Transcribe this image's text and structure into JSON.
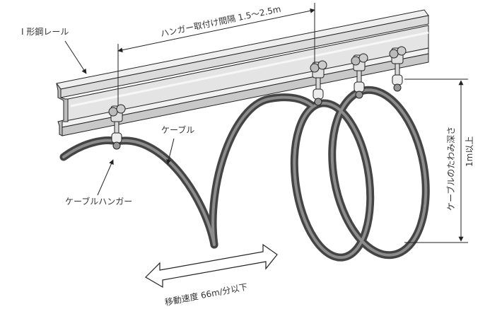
{
  "labels": {
    "rail": "I 形鋼レール",
    "spacing": "ハンガー取付け間隔 1.5～2.5m",
    "cable": "ケーブル",
    "hanger": "ケーブルハンガー",
    "sag": "ケーブルのたわみ深さ",
    "sag_value": "1m以上",
    "speed": "移動速度 66m/分以下"
  },
  "colors": {
    "rail_top": "#ededed",
    "rail_face": "#d6d6d6",
    "rail_shadow": "#b8b8b8",
    "cable_dark": "#555555",
    "cable_mid": "#8a8a8a",
    "line": "#222222"
  }
}
